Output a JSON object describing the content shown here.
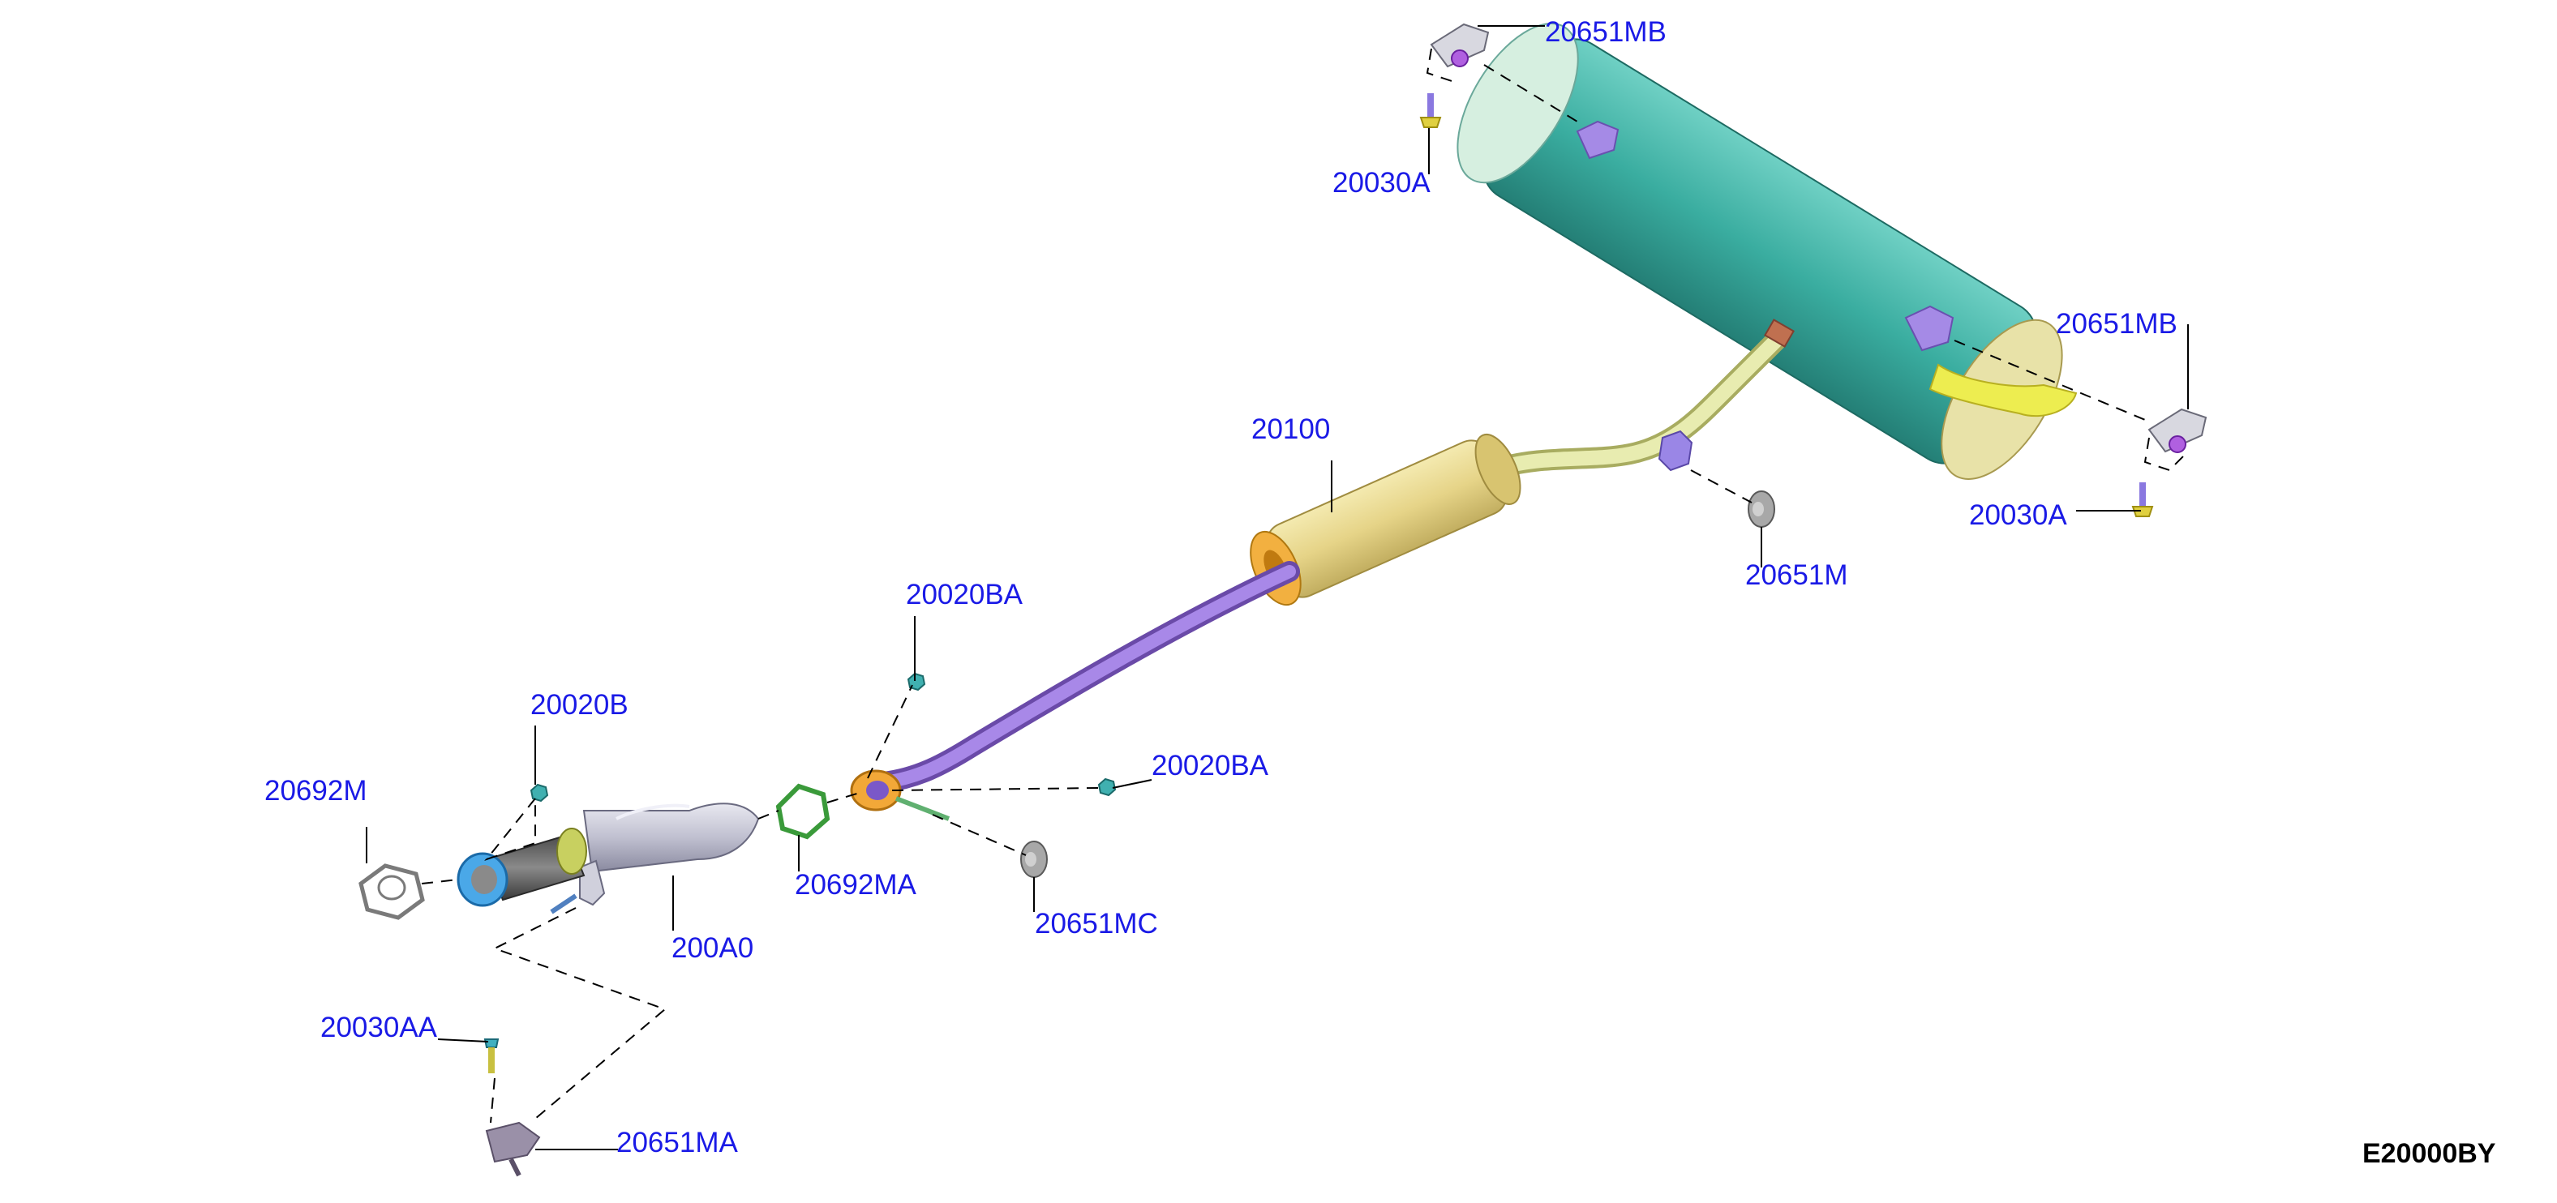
{
  "diagram": {
    "reference_code": "E20000BY",
    "callouts": [
      {
        "id": "c1",
        "label": "20651MB"
      },
      {
        "id": "c2",
        "label": "20030A"
      },
      {
        "id": "c3",
        "label": "20651MB"
      },
      {
        "id": "c4",
        "label": "20030A"
      },
      {
        "id": "c5",
        "label": "20100"
      },
      {
        "id": "c6",
        "label": "20651M"
      },
      {
        "id": "c7",
        "label": "20020BA"
      },
      {
        "id": "c8",
        "label": "20020BA"
      },
      {
        "id": "c9",
        "label": "20020B"
      },
      {
        "id": "c10",
        "label": "20692M"
      },
      {
        "id": "c11",
        "label": "20692MA"
      },
      {
        "id": "c12",
        "label": "20651MC"
      },
      {
        "id": "c13",
        "label": "200A0"
      },
      {
        "id": "c14",
        "label": "20030AA"
      },
      {
        "id": "c15",
        "label": "20651MA"
      }
    ],
    "colors": {
      "callout_text": "#1a1ae6",
      "leader_line": "#000000",
      "main_muffler": "#3aada0",
      "muffler_caps": "#e6e0a0",
      "tail_pipe": "#e8e84a",
      "center_pipe": "#e4e8a8",
      "resonator": "#e6d488",
      "front_pipe": "#9a78d8",
      "flange_orange": "#f0a030",
      "catalyst": "#c0c0d0",
      "gasket_green": "#40a040",
      "mount_rubber": "#a0a0a0",
      "hanger_purple": "#b060e0"
    }
  }
}
